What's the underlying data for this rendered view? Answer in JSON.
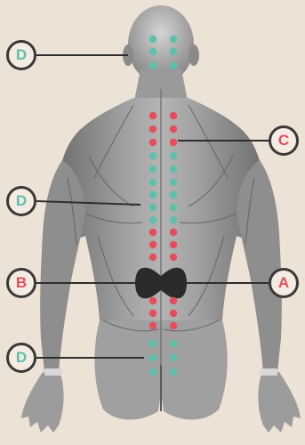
{
  "colors": {
    "background": "#ede2d6",
    "body": "#8f8f8f",
    "body_dark": "#5a5a5a",
    "teal_dot": "#5fbfad",
    "red_dot": "#e54d5c",
    "leader": "#2e2e2e",
    "tool": "#2a2a2a"
  },
  "markers": {
    "d_head": {
      "letter": "D",
      "color": "teal"
    },
    "c_upper_back": {
      "letter": "C",
      "color": "red"
    },
    "d_mid_back": {
      "letter": "D",
      "color": "teal"
    },
    "b_left": {
      "letter": "B",
      "color": "red"
    },
    "a_right": {
      "letter": "A",
      "color": "red"
    },
    "d_lower": {
      "letter": "D",
      "color": "teal"
    }
  },
  "icons": {
    "massage_tool": "bowtie-massage-tool-icon",
    "acupressure_point": "dot-icon"
  }
}
